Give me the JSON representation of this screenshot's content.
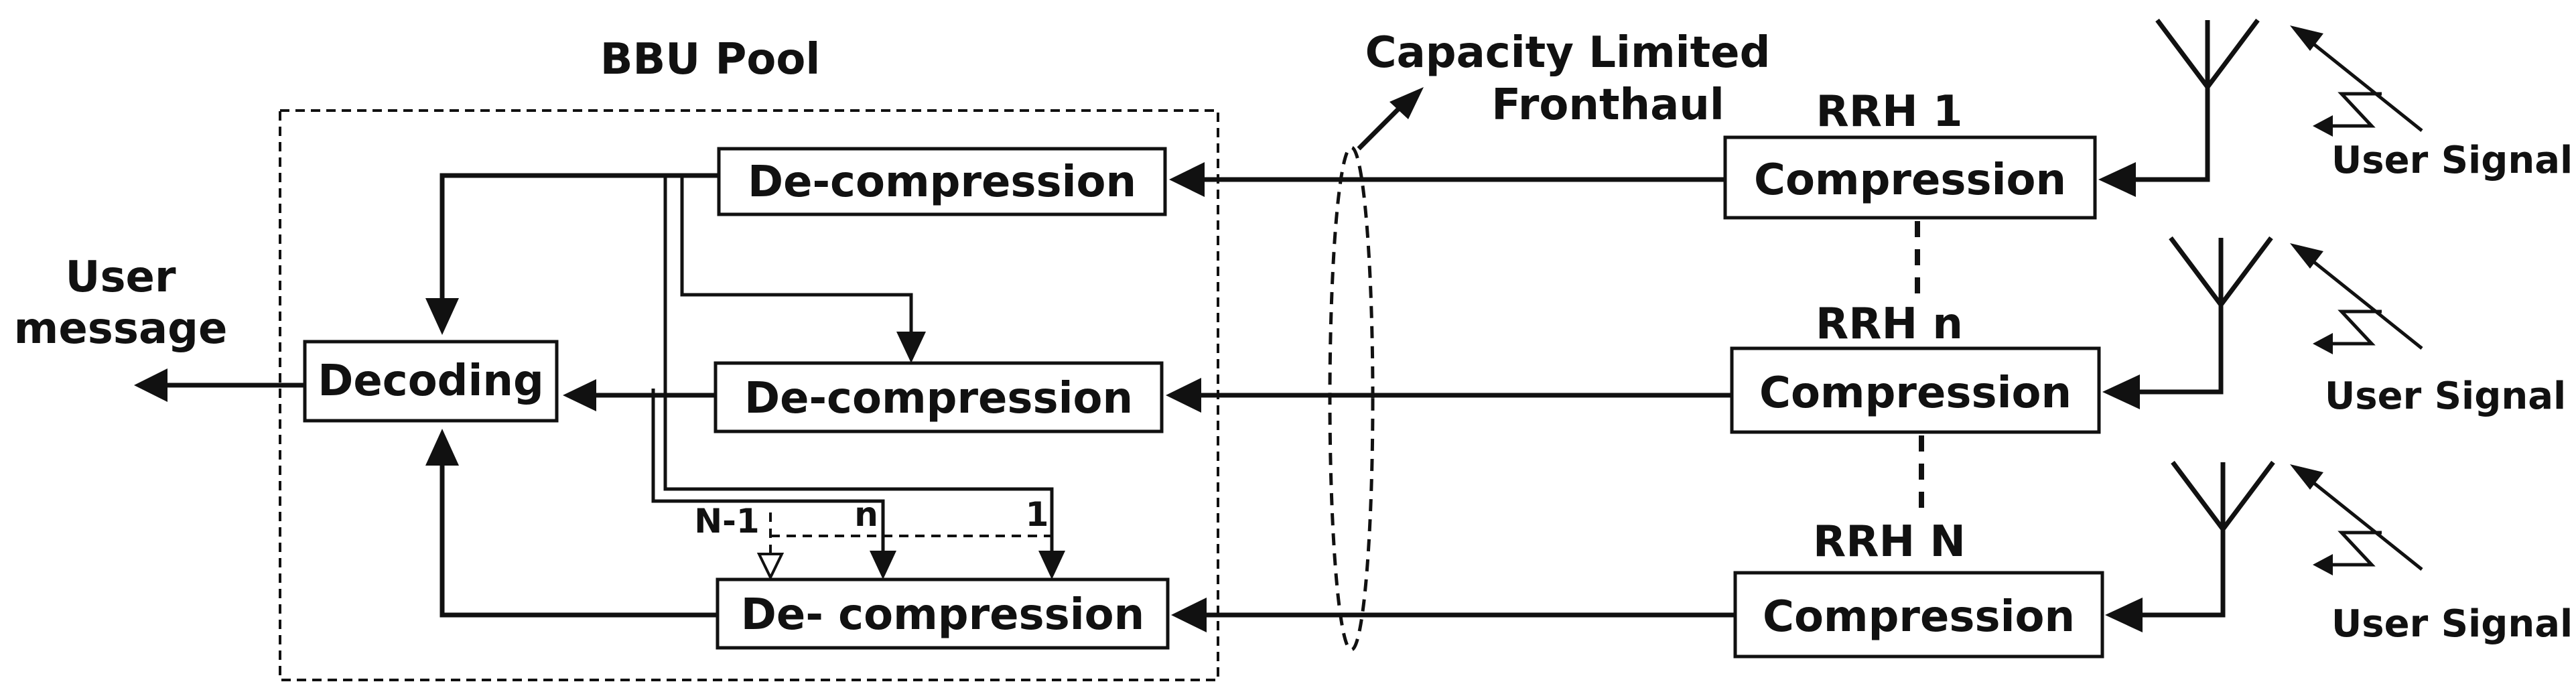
{
  "bbu_pool": {
    "title": "BBU Pool",
    "decoding": "Decoding",
    "decompression_1": "De-compression",
    "decompression_n": "De-compression",
    "decompression_N": "De- compression",
    "input_labels": {
      "n_minus_1": "N-1",
      "n": "n",
      "one": "1"
    }
  },
  "output": {
    "line1": "User",
    "line2": "message"
  },
  "fronthaul": {
    "line1": "Capacity Limited",
    "line2": "Fronthaul"
  },
  "rrhs": [
    {
      "label": "RRH 1",
      "box": "Compression",
      "signal": "User Signal"
    },
    {
      "label": "RRH n",
      "box": "Compression",
      "signal": "User Signal"
    },
    {
      "label": "RRH N",
      "box": "Compression",
      "signal": "User Signal"
    }
  ]
}
